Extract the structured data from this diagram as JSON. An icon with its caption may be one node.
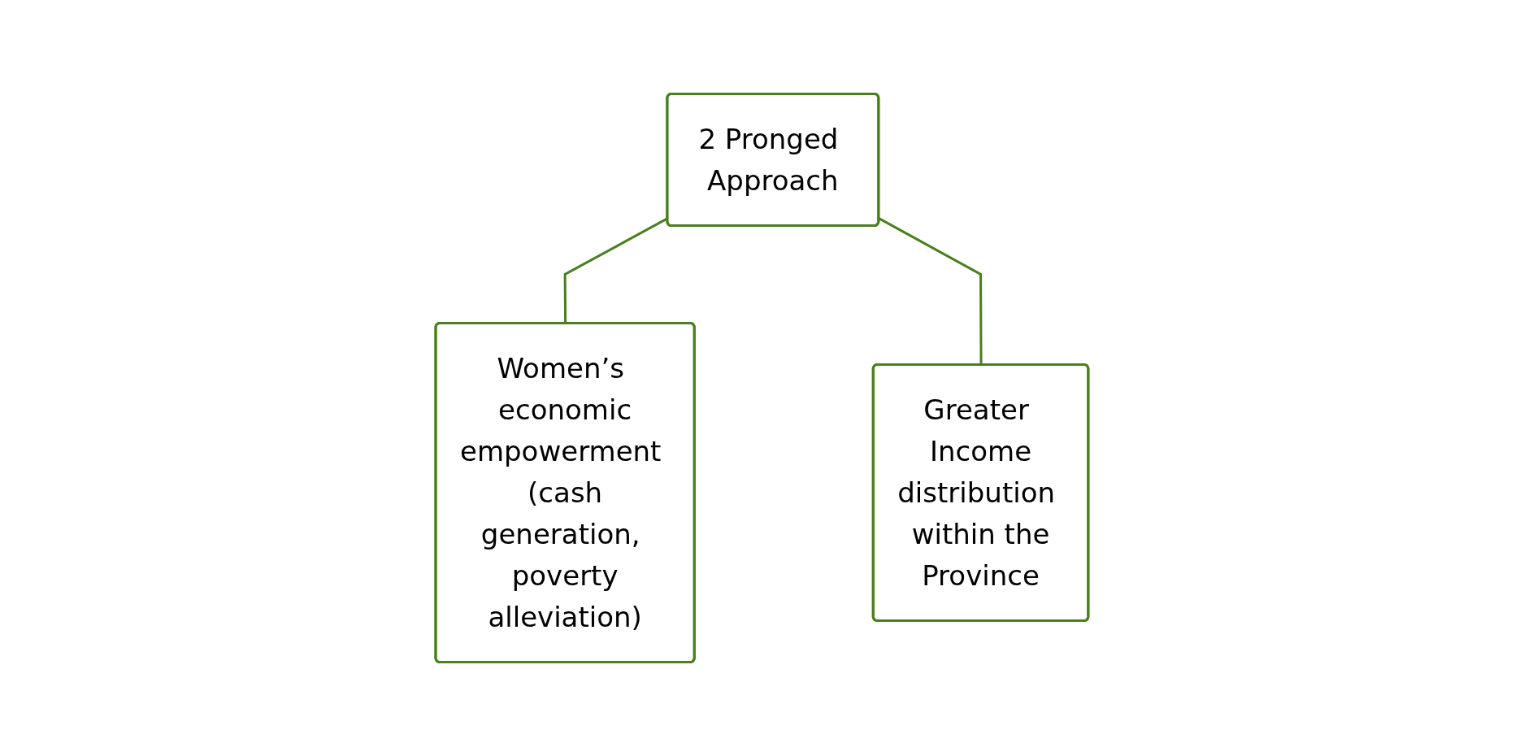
{
  "diagram": {
    "nodes": [
      {
        "text": [
          "2 Pronged Approach"
        ]
      },
      {
        "text": [
          "Women’s economic empowerment (cash generation, poverty alleviation)"
        ]
      },
      {
        "text": [
          "Greater Income distribution within the Province"
        ]
      }
    ],
    "edges": [
      {
        "from": 0,
        "to": 1,
        "arrow": "none"
      },
      {
        "from": 0,
        "to": 2,
        "arrow": "none"
      }
    ]
  }
}
